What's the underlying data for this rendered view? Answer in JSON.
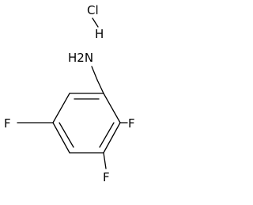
{
  "molecule": {
    "salt": {
      "cl": "Cl",
      "h": "H"
    },
    "amine": "H2N",
    "substituents": {
      "fluoro_right": "F",
      "fluoro_bottom": "F",
      "fluoro_left": "F"
    }
  }
}
